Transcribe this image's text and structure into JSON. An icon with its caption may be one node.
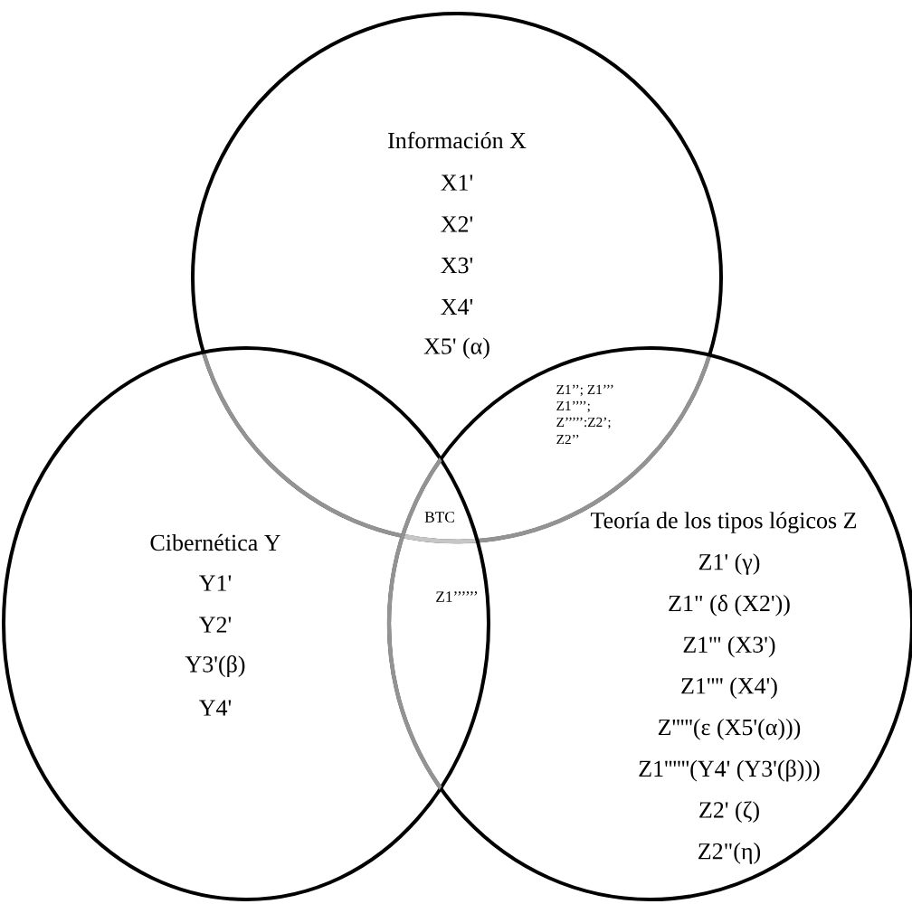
{
  "diagram": {
    "nodes": [
      {
        "text": [
          "Información X",
          "X1'",
          "X2'",
          "X3'",
          "X4'",
          "X5' (α)"
        ]
      },
      {
        "text": [
          "Cibernética Y",
          "Y1'",
          "Y2'",
          "Y3'(β)",
          "Y4'"
        ]
      },
      {
        "text": [
          "Teoría de los tipos lógicos Z",
          "Z1' (γ)",
          "Z1\" (δ (X2'))",
          "Z1''' (X3')",
          "Z1'''' (X4')",
          "Z'''''(ε (X5'(α)))",
          "Z1''''''(Y4' (Y3'(β)))",
          "Z2' (ζ)",
          "Z2\"(η)"
        ]
      }
    ],
    "labels": [
      "Z1’’; Z1’’’",
      "Z1’’’’;",
      "Z’’’’’:Z2’;",
      "Z2’’",
      "BTC",
      "Z1’’’’’’"
    ]
  }
}
